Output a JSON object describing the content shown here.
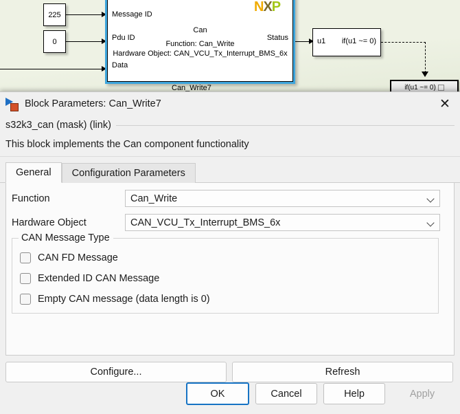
{
  "canvas": {
    "const_msg_id": "225",
    "const_pdu_id": "0",
    "can_block": {
      "port_message_id": "Message ID",
      "port_pdu_id": "Pdu ID",
      "port_data": "Data",
      "port_status": "Status",
      "title": "Can",
      "line1": "Function: Can_Write",
      "line2": "Hardware Object: CAN_VCU_Tx_Interrupt_BMS_6x",
      "logo_n": "N",
      "logo_x": "X",
      "logo_p": "P",
      "caption": "Can_Write7"
    },
    "if_block": {
      "input": "u1",
      "condition": "if(u1 ~= 0)"
    },
    "if_subsystem": {
      "label": "if(u1 ~= 0)"
    }
  },
  "dialog": {
    "title": "Block Parameters: Can_Write7",
    "close_label": "✕",
    "mask_name": "s32k3_can (mask) (link)",
    "description": "This block implements the Can component functionality",
    "tabs": [
      {
        "label": "General",
        "active": true
      },
      {
        "label": "Configuration Parameters",
        "active": false
      }
    ],
    "fields": [
      {
        "label": "Function",
        "value": "Can_Write"
      },
      {
        "label": "Hardware Object",
        "value": "CAN_VCU_Tx_Interrupt_BMS_6x"
      }
    ],
    "group": {
      "title": "CAN Message Type",
      "checkboxes": [
        {
          "label": "CAN FD Message",
          "checked": false
        },
        {
          "label": "Extended ID CAN Message",
          "checked": false
        },
        {
          "label": "Empty CAN message (data length is 0)",
          "checked": false
        }
      ]
    },
    "action_buttons": [
      {
        "label": "Configure..."
      },
      {
        "label": "Refresh"
      }
    ],
    "footer_buttons": [
      {
        "label": "OK",
        "style": "default"
      },
      {
        "label": "Cancel",
        "style": "normal"
      },
      {
        "label": "Help",
        "style": "normal"
      },
      {
        "label": "Apply",
        "style": "disabled"
      }
    ]
  },
  "colors": {
    "canvas_bg": "#eef2e4",
    "selection_blue": "#3ea6dd",
    "dialog_bg": "#f0f0f0",
    "panel_bg": "#fbfbfb",
    "focus_blue": "#1673c4",
    "nxp_orange": "#f0ab00",
    "nxp_green": "#a3c717"
  }
}
